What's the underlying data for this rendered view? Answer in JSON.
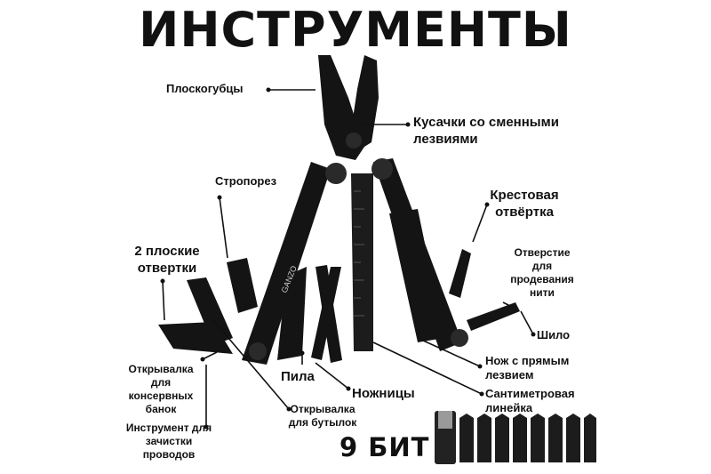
{
  "title": "ИНСТРУМЕНТЫ",
  "labels": {
    "pliers": "Плоскогубцы",
    "cutters": "Кусачки со сменными лезвиями",
    "strap_cutter": "Стропорез",
    "cross_screwdriver": "Крестовая отвёртка",
    "flat_screwdrivers": "2 плоские отвертки",
    "threading_hole": "Отверстие для продевания нити",
    "awl": "Шило",
    "can_opener": "Открывалка для консервных банок",
    "saw": "Пила",
    "straight_knife": "Нож с прямым лезвием",
    "scissors": "Ножницы",
    "ruler": "Сантиметровая линейка",
    "bottle_opener": "Открывалка для бутылок",
    "wire_stripper": "Инструмент для зачистки проводов"
  },
  "bits_label": "9 БИТ",
  "brand": "GANZO",
  "colors": {
    "tool": "#141414",
    "text": "#111111",
    "background": "#ffffff"
  }
}
